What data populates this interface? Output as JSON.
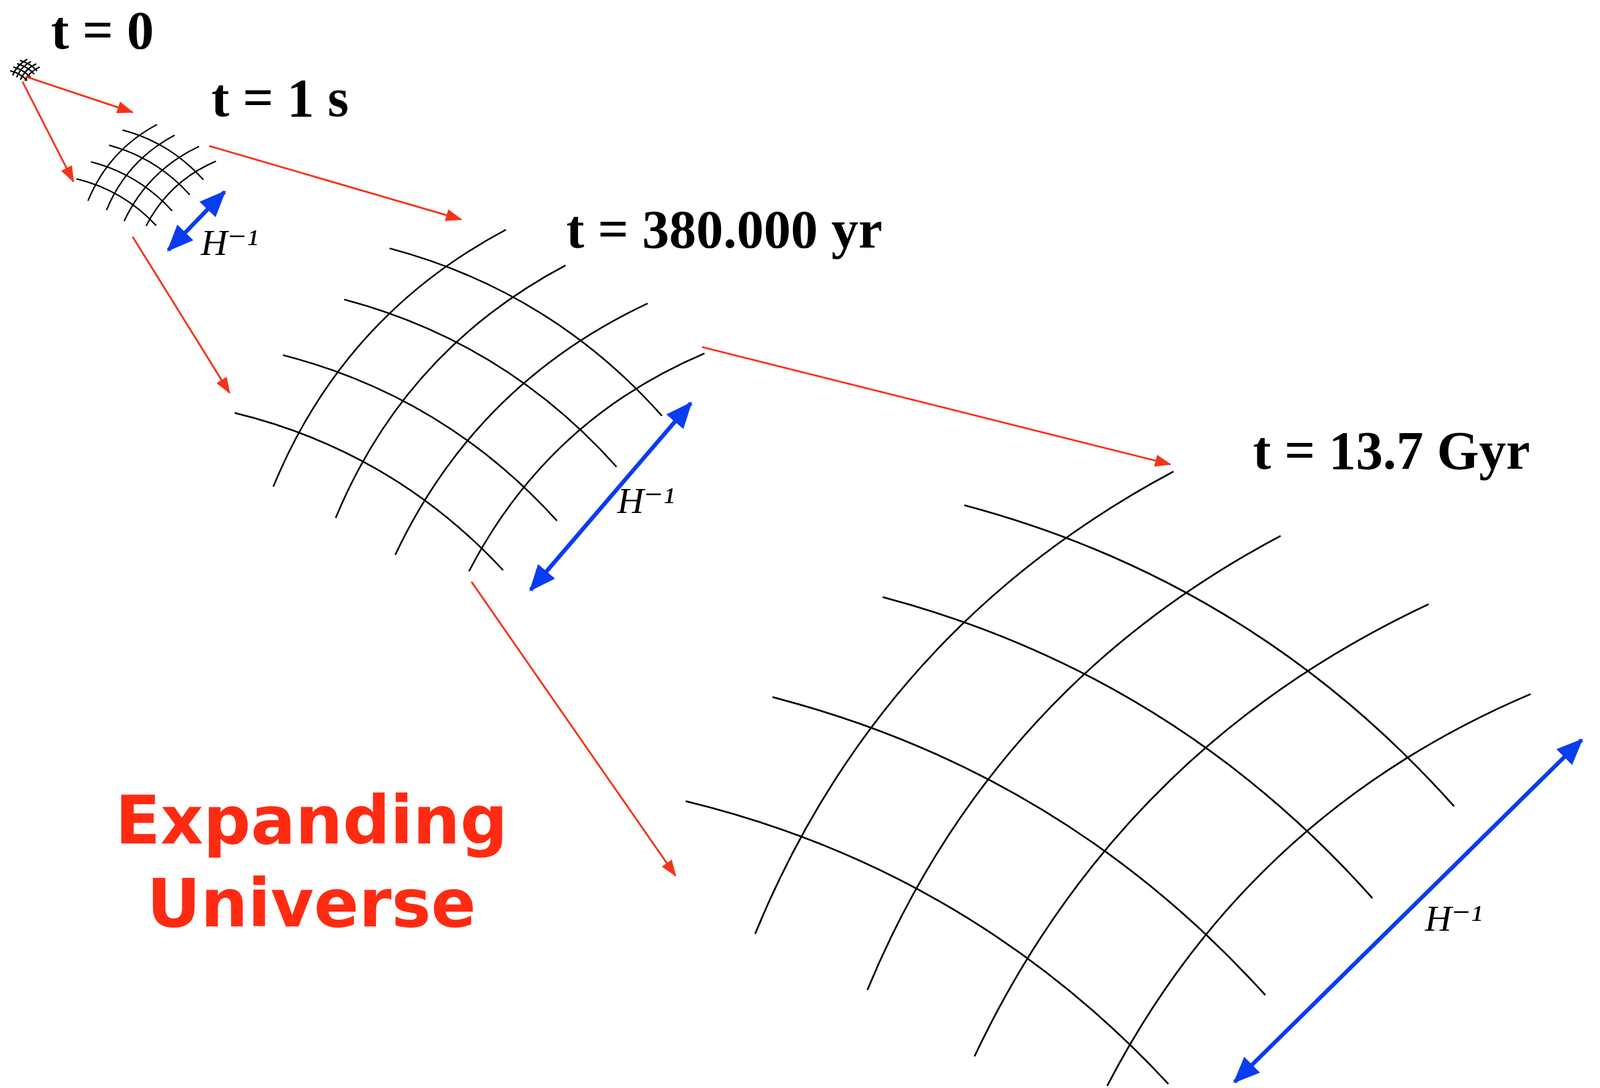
{
  "diagram": {
    "labels": [
      "t = 0",
      "t = 1 s",
      "H⁻¹",
      "t = 380.000 yr",
      "H⁻¹",
      "t = 13.7 Gyr",
      "H⁻¹",
      "Expanding Universe"
    ]
  }
}
